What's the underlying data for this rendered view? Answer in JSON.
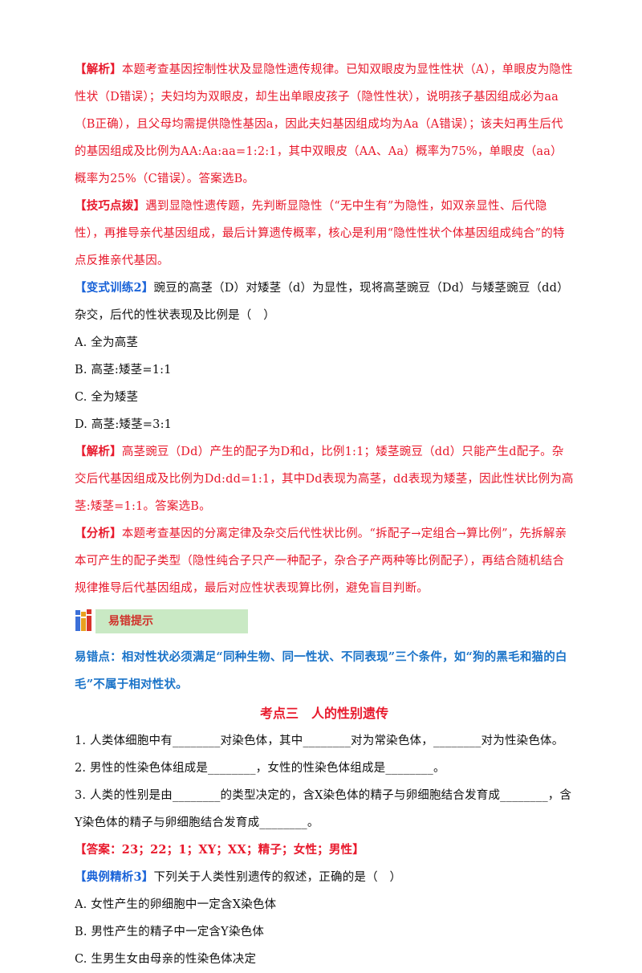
{
  "analysis1": {
    "tag": "【解析】",
    "text": "本题考查基因控制性状及显隐性遗传规律。已知双眼皮为显性性状（A），单眼皮为隐性性状（D错误）；夫妇均为双眼皮，却生出单眼皮孩子（隐性性状），说明孩子基因组成必为aa（B正确），且父母均需提供隐性基因a，因此夫妇基因组成均为Aa（A错误）；该夫妇再生后代的基因组成及比例为AA:Aa:aa=1:2:1，其中双眼皮（AA、Aa）概率为75%，单眼皮（aa）概率为25%（C错误）。答案选B。"
  },
  "tip1": {
    "tag": "【技巧点拨】",
    "text": "遇到显隐性遗传题，先判断显隐性（“无中生有”为隐性，如双亲显性、后代隐性），再推导亲代基因组成，最后计算遗传概率，核心是利用“隐性性状个体基因组成纯合”的特点反推亲代基因。"
  },
  "exercise2": {
    "tag": "【变式训练2】",
    "question": "豌豆的高茎（D）对矮茎（d）为显性，现将高茎豌豆（Dd）与矮茎豌豆（dd）杂交，后代的性状表现及比例是（　）",
    "options": [
      "A. 全为高茎",
      "B. 高茎:矮茎=1:1",
      "C. 全为矮茎",
      "D. 高茎:矮茎=3:1"
    ]
  },
  "analysis2": {
    "tag": "【解析】",
    "text": "高茎豌豆（Dd）产生的配子为D和d，比例1:1；矮茎豌豆（dd）只能产生d配子。杂交后代基因组成及比例为Dd:dd=1:1，其中Dd表现为高茎，dd表现为矮茎，因此性状比例为高茎:矮茎=1:1。答案选B。"
  },
  "analysis3": {
    "tag": "【分析】",
    "text": "本题考查基因的分离定律及杂交后代性状比例。“拆配子→定组合→算比例”，先拆解亲本可产生的配子类型（隐性纯合子只产一种配子，杂合子产两种等比例配子），再结合随机结合规律推导后代基因组成，最后对应性状表现算比例，避免盲目判断。"
  },
  "mistake_tip": {
    "label": "易错提示",
    "text": "易错点：相对性状必须满足“同种生物、同一性状、不同表现”三个条件，如“狗的黑毛和猫的白毛”不属于相对性状。"
  },
  "section3": {
    "title": "考点三　人的性别遗传",
    "items": [
      "1. 人类体细胞中有________对染色体，其中________对为常染色体，________对为性染色体。",
      "2. 男性的性染色体组成是________，女性的性染色体组成是________。",
      "3. 人类的性别是由________的类型决定的，含X染色体的精子与卵细胞结合发育成________，含Y染色体的精子与卵细胞结合发育成________。"
    ],
    "answer": "【答案：23；22；1；XY；XX；精子；女性；男性】"
  },
  "example3": {
    "tag": "【典例精析3】",
    "question": "下列关于人类性别遗传的叙述，正确的是（　）",
    "options": [
      "A. 女性产生的卵细胞中一定含X染色体",
      "B. 男性产生的精子中一定含Y染色体",
      "C. 生男生女由母亲的性染色体决定"
    ]
  },
  "colors": {
    "red": "#e8192c",
    "blue": "#1a73c8",
    "tip_bg": "#c9e9c4"
  }
}
